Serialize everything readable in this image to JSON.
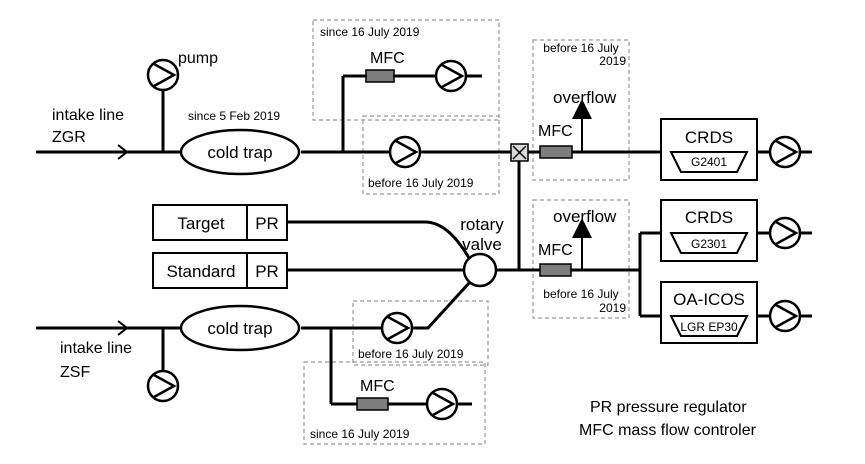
{
  "labels": {
    "pump": "pump",
    "intake_zgr_line1": "intake line",
    "intake_zgr_line2": "ZGR",
    "intake_zsf_line1": "intake line",
    "intake_zsf_line2": "ZSF",
    "since_feb": "since 5 Feb 2019",
    "cold_trap_top": "cold trap",
    "cold_trap_bottom": "cold trap",
    "since_july_top": "since 16 July 2019",
    "before_july_top": "before 16 July 2019",
    "mfc_top_branch": "MFC",
    "before_july_right_top_1": "before 16 July",
    "before_july_right_top_2": "2019",
    "overflow_top": "overflow",
    "mfc_right_top": "MFC",
    "crds_top": "CRDS",
    "crds_top_model": "G2401",
    "target": "Target",
    "standard": "Standard",
    "pr_target": "PR",
    "pr_standard": "PR",
    "rotary_1": "rotary",
    "rotary_2": "valve",
    "overflow_mid": "overflow",
    "mfc_right_mid": "MFC",
    "before_july_right_mid_1": "before 16 July",
    "before_july_right_mid_2": "2019",
    "crds_mid": "CRDS",
    "crds_mid_model": "G2301",
    "oaicos": "OA-ICOS",
    "oaicos_model": "LGR EP30",
    "before_july_bottom": "before 16 July 2019",
    "mfc_bottom_branch": "MFC",
    "since_july_bottom": "since 16 July 2019",
    "legend_pr": "PR pressure regulator",
    "legend_mfc": "MFC mass flow controler"
  },
  "icons": {
    "pump": "pump-icon",
    "valve": "three-way-valve-icon",
    "arrow": "flow-arrow-icon"
  }
}
